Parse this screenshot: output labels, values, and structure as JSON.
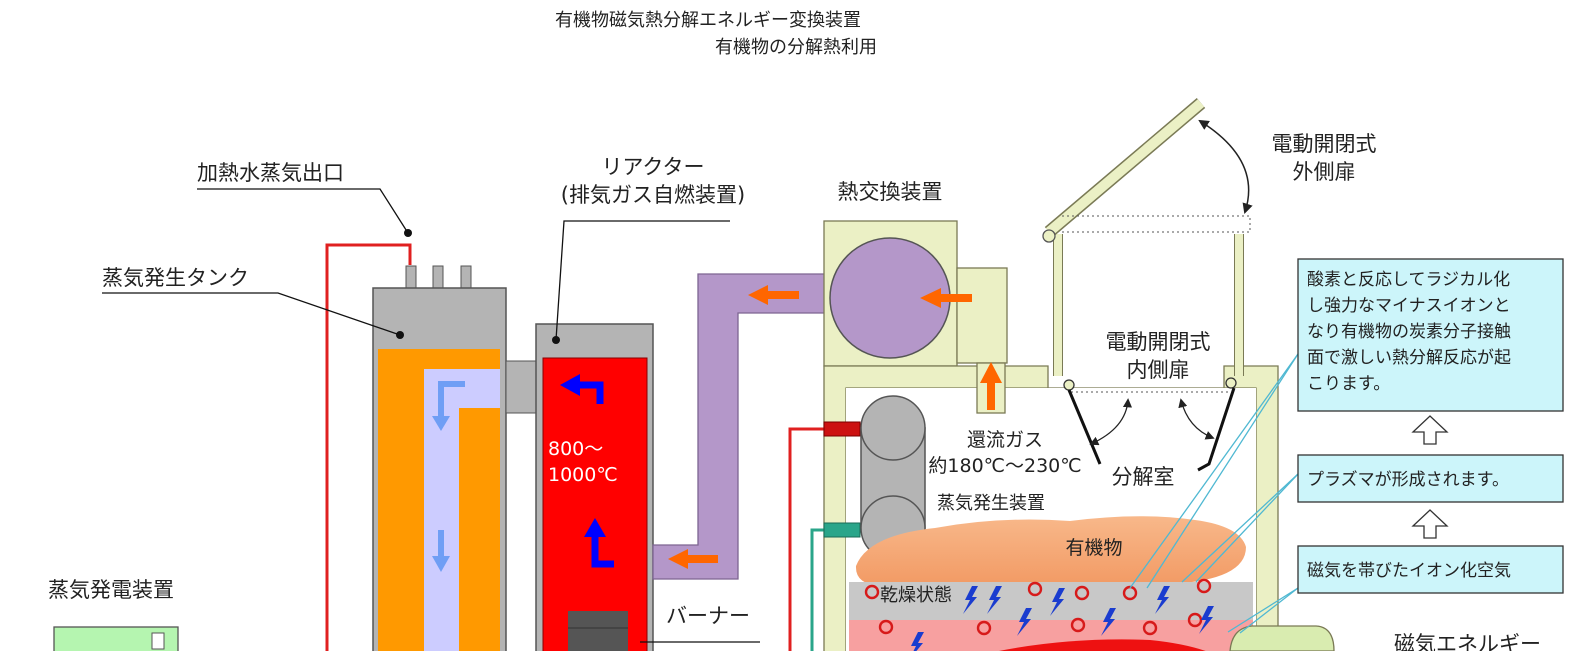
{
  "header": {
    "title_line1": "有機物磁気熱分解エネルギー変換装置",
    "title_line2": "有機物の分解熱利用"
  },
  "labels": {
    "steam_outlet": "加熱水蒸気出口",
    "steam_tank": "蒸気発生タンク",
    "reactor_line1": "リアクター",
    "reactor_line2": "(排気ガス自燃装置)",
    "heat_exchanger": "熱交換装置",
    "outer_door_line1": "電動開閉式",
    "outer_door_line2": "外側扉",
    "inner_door_line1": "電動開閉式",
    "inner_door_line2": "内側扉",
    "temp_line1": "800～",
    "temp_line2": "1000℃",
    "return_gas_line1": "還流ガス",
    "return_gas_line2": "約180℃～230℃",
    "decomposition_chamber": "分解室",
    "steam_generator": "蒸気発生装置",
    "organic_matter": "有機物",
    "dry_state": "乾燥状態",
    "burner": "バーナー",
    "steam_power": "蒸気発電装置",
    "magnetic_energy": "磁気エネルギー"
  },
  "callouts": {
    "box1": [
      "酸素と反応してラジカル化",
      "し強力なマイナスイオンと",
      "なり有機物の炭素分子接触",
      "面で激しい熱分解反応が起",
      "こります。"
    ],
    "box2": "プラズマが形成されます。",
    "box3": "磁気を帯びたイオン化空気"
  },
  "colors": {
    "tank_gray": "#b4b4b4",
    "orange_fill": "#ff9900",
    "lavender_fill": "#ccccff",
    "reactor_red": "#ff0000",
    "duct_purple": "#b497c9",
    "frame_green": "#ebf0c5",
    "callout_cyan": "#ccf5fa",
    "organic_orange": "#f7a978",
    "pipe_red": "#e02020",
    "pipe_teal": "#2aa58a"
  }
}
